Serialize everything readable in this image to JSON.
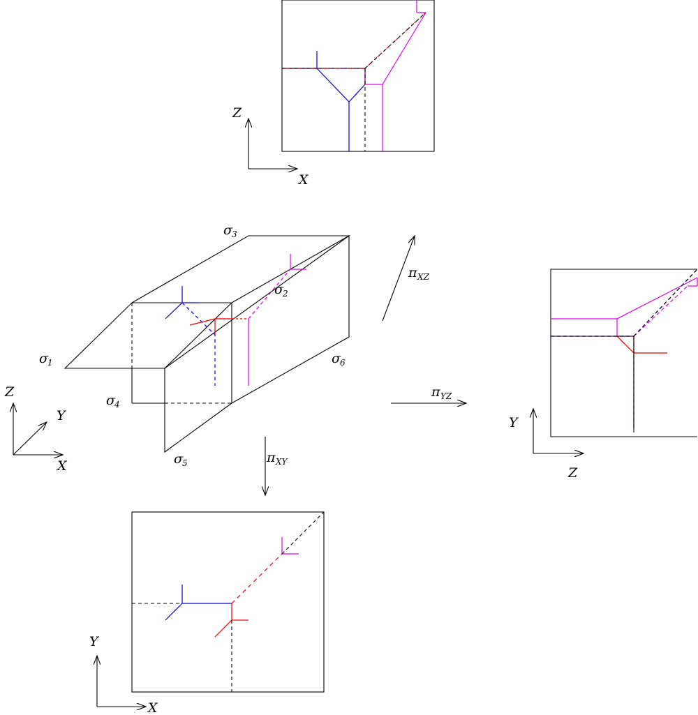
{
  "colors": {
    "line": "#000000",
    "blue": "#0000dd",
    "red": "#ee0000",
    "magenta": "#dd00dd"
  },
  "projections": {
    "xz": {
      "axis_h": "X",
      "axis_v": "Z",
      "arrow_main": "π",
      "arrow_sub": "XZ"
    },
    "yz": {
      "axis_h": "Z",
      "axis_v": "Y",
      "arrow_main": "π",
      "arrow_sub": "YZ"
    },
    "xy": {
      "axis_h": "X",
      "axis_v": "Y",
      "arrow_main": "π",
      "arrow_sub": "XY"
    }
  },
  "axes_3d": {
    "z": "Z",
    "y": "Y",
    "x": "X"
  },
  "sigma": {
    "symbol": "σ",
    "s1": "1",
    "s2": "2",
    "s3": "3",
    "s4": "4",
    "s5": "5",
    "s6": "6"
  }
}
